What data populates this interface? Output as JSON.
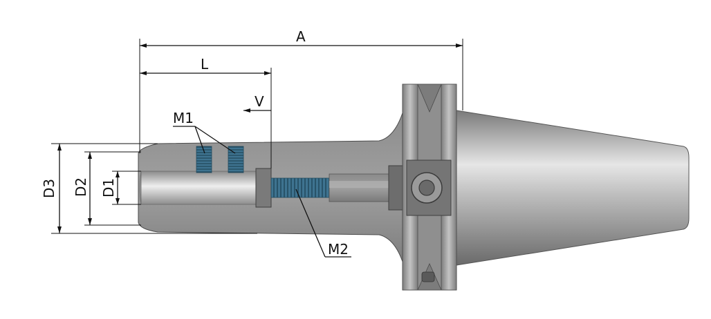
{
  "labels": {
    "A": "A",
    "L": "L",
    "V": "V",
    "M1": "M1",
    "M2": "M2",
    "D1": "D1",
    "D2": "D2",
    "D3": "D3"
  },
  "colors": {
    "body_dark": "#6f6f6f",
    "body_mid": "#9a9a9a",
    "body_light": "#d8d8d8",
    "thread_blue": "#3d6f8a",
    "line": "#111111"
  }
}
